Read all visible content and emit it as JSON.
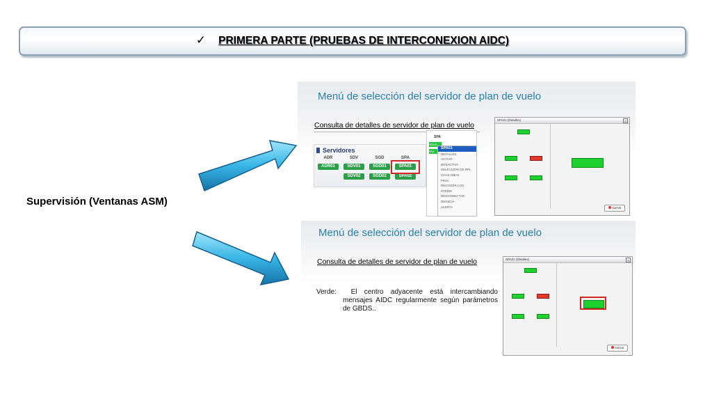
{
  "banner": {
    "check": "✓",
    "title": "PRIMERA PARTE (PRUEBAS DE INTERCONEXION AIDC)"
  },
  "left_label": "Supervisión (Ventanas ASM)",
  "slide1": {
    "menu_title": "Menú de selección del servidor de plan de vuelo",
    "consulta": "Consulta de detalles de servidor de plan de vuelo",
    "servidores": {
      "title": "Servidores",
      "columns": [
        "ADR",
        "SDV",
        "SGD",
        "SPA"
      ],
      "row1": [
        "ADR01",
        "SDV01",
        "SGD01",
        "SPA01"
      ],
      "row2": [
        "SDV02",
        "SGD02",
        "SPA02"
      ]
    },
    "context": {
      "header": "SPA",
      "tags": [
        "SPA01",
        "SPA"
      ],
      "items": [
        "SPA01",
        "DETALLES",
        "ACTIVO",
        "DESACTIVA",
        "SELECCIÓN DE RPL",
        "CHAS AMHS",
        "PING",
        "RECOGER LOG",
        "XTERM",
        "DESCONECTAR",
        "REINICIA",
        "ALERTA"
      ]
    },
    "window": {
      "title": "SPA01 (Detalles)",
      "close": "x",
      "button": "Cerrar"
    }
  },
  "slide2": {
    "menu_title": "Menú de selección del servidor de plan de vuelo",
    "consulta": "Consulta de detalles de servidor de plan de vuelo",
    "verde_label": "Verde:",
    "verde_line1": "El centro adyacente está intercambiando",
    "verde_rest": "mensajes AIDC regularmente según parámetros de GBDS..",
    "window": {
      "title": "SPA01 (Detalles)",
      "close": "x",
      "button": "Cerrar"
    }
  },
  "colors": {
    "accent_title": "#2a7fa6",
    "arrow_blue": "#38b8e8",
    "server_green": "#2b9f48",
    "highlight_red": "#d42424"
  },
  "icons": [
    "checkmark-icon",
    "arrow-icon"
  ]
}
